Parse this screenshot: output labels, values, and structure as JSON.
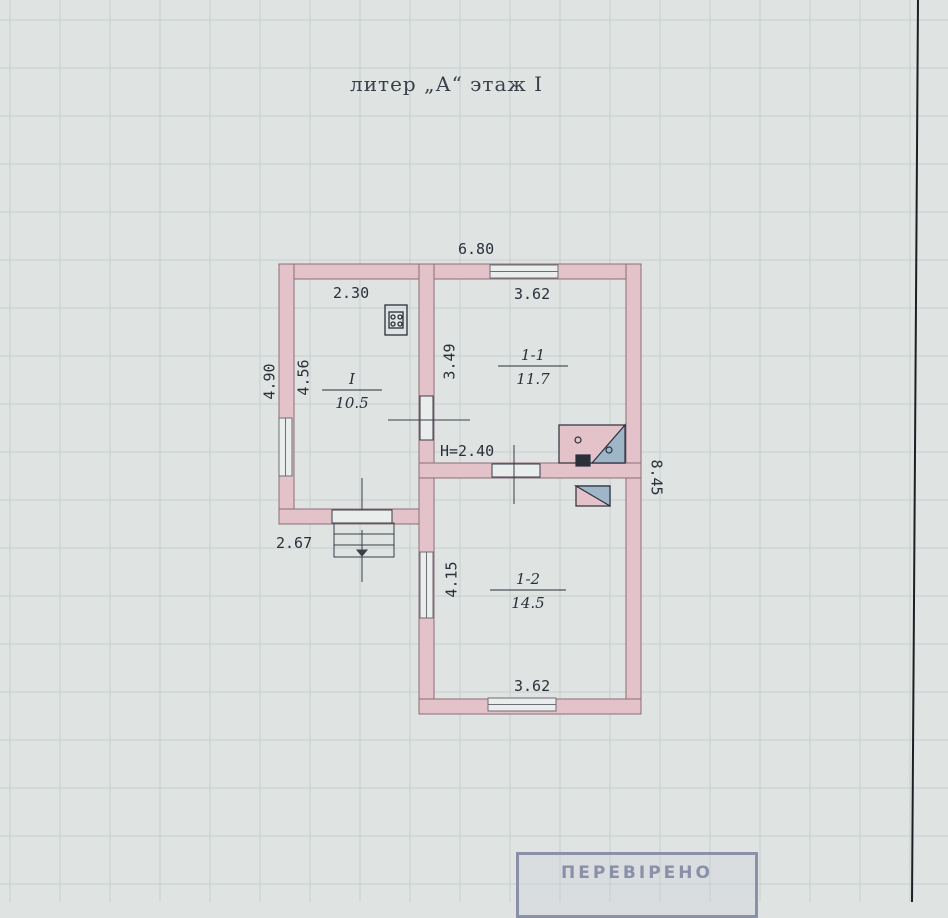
{
  "header": {
    "title": "литер „А“ этаж I"
  },
  "colors": {
    "wall": "#e3c3c9",
    "wall_edge": "#8c6e78",
    "grid": "#c5cfcd",
    "ink": "#2a2f3a"
  },
  "dimensions": {
    "overall_width": "6.80",
    "room_I_width": "2.30",
    "room_I_height": "4.56",
    "left_outer_height": "4.90",
    "left_bottom_width": "2.67",
    "room_11_width": "3.62",
    "room_11_height": "3.49",
    "ceiling_height": "H=2.40",
    "right_total_height": "8.45",
    "room_12_height": "4.15",
    "room_12_width": "3.62"
  },
  "rooms": [
    {
      "number": "I",
      "area": "10.5"
    },
    {
      "number": "1-1",
      "area": "11.7"
    },
    {
      "number": "1-2",
      "area": "14.5"
    }
  ],
  "icons": {
    "stove": "stove-icon",
    "boiler": "boiler-icon",
    "heater": "heater-icon",
    "stairs": "stairs-icon"
  },
  "stamp": {
    "line1": "ПЕРЕВІРЕНО",
    "line2": ""
  }
}
